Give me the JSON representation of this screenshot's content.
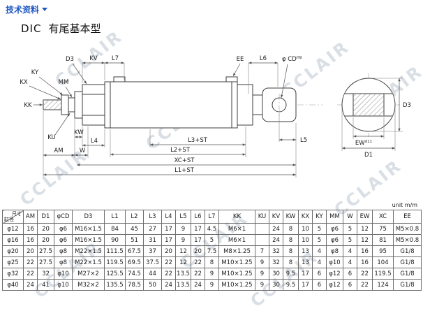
{
  "page": {
    "breadcrumb": "技术资料",
    "title_code": "DIC",
    "title_text": "有尾基本型",
    "watermark": "CCLAIR"
  },
  "drawing": {
    "labels": {
      "d3_top": "D3",
      "kv": "KV",
      "l7": "L7",
      "ee": "EE",
      "l6": "L6",
      "cd": "φ CD",
      "cd_sup": "H9",
      "ky": "KY",
      "kx": "KX",
      "mm": "MM",
      "kk": "KK",
      "ku": "KU",
      "kw": "KW",
      "l4": "L4",
      "am": "AM",
      "w": "W",
      "l3st": "L3+ST",
      "l2st": "L2+ST",
      "xcst": "XC+ST",
      "l1st": "L1+ST",
      "l5": "L5",
      "d3_end": "D3",
      "ew": "EW",
      "ew_sup": "d11",
      "d1": "D1"
    }
  },
  "table": {
    "unit_note": "unit m/m",
    "corner_top": "尺寸",
    "corner_bottom": "缸径",
    "columns": [
      "AM",
      "D1",
      "φCD",
      "D3",
      "L1",
      "L2",
      "L3",
      "L4",
      "L5",
      "L6",
      "L7",
      "KK",
      "KU",
      "KV",
      "KW",
      "KX",
      "KY",
      "MM",
      "W",
      "EW",
      "XC",
      "EE"
    ],
    "rows": [
      {
        "bore": "φ12",
        "values": [
          "16",
          "20",
          "φ6",
          "M16×1.5",
          "84",
          "45",
          "27",
          "17",
          "9",
          "17",
          "4.5",
          "M6×1",
          "",
          "24",
          "8",
          "10",
          "5",
          "φ6",
          "5",
          "12",
          "75",
          "M5×0.8"
        ]
      },
      {
        "bore": "φ16",
        "values": [
          "16",
          "20",
          "φ6",
          "M16×1.5",
          "90",
          "51",
          "31",
          "17",
          "9",
          "17",
          "5",
          "M6×1",
          "",
          "24",
          "8",
          "10",
          "5",
          "φ6",
          "5",
          "12",
          "81",
          "M5×0.8"
        ]
      },
      {
        "bore": "φ20",
        "values": [
          "20",
          "27.5",
          "φ8",
          "M22×1.5",
          "111.5",
          "67.5",
          "37",
          "20",
          "12",
          "20",
          "7.5",
          "M8×1.25",
          "7",
          "32",
          "8",
          "13",
          "4",
          "φ8",
          "4",
          "16",
          "95",
          "G1/8"
        ]
      },
      {
        "bore": "φ25",
        "values": [
          "22",
          "27.5",
          "φ8",
          "M22×1.5",
          "119.5",
          "69.5",
          "37.5",
          "22",
          "12",
          "22",
          "8",
          "M10×1.25",
          "9",
          "32",
          "8",
          "13",
          "4",
          "φ10",
          "4",
          "16",
          "104",
          "G1/8"
        ]
      },
      {
        "bore": "φ32",
        "values": [
          "22",
          "32",
          "φ10",
          "M27×2",
          "125.5",
          "74.5",
          "44",
          "22",
          "13.5",
          "22",
          "9",
          "M10×1.25",
          "9",
          "30",
          "9.5",
          "17",
          "6",
          "φ12",
          "6",
          "22",
          "119.5",
          "G1/8"
        ]
      },
      {
        "bore": "φ40",
        "values": [
          "24",
          "41",
          "φ10",
          "M32×2",
          "135.5",
          "78.5",
          "50",
          "24",
          "13.5",
          "24",
          "9",
          "M10×1.25",
          "9",
          "30",
          "9.5",
          "17",
          "6",
          "φ12",
          "6",
          "22",
          "124",
          "G1/8"
        ]
      }
    ]
  }
}
